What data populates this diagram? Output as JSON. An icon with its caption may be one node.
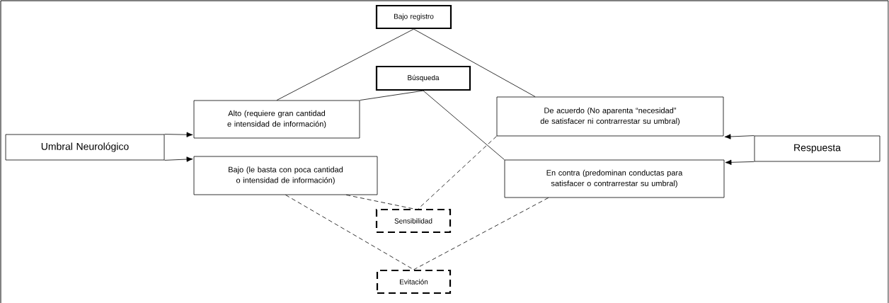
{
  "diagram": {
    "nodes": [
      {
        "text": [
          "Bajo registro"
        ]
      },
      {
        "text": [
          "Búsqueda"
        ]
      },
      {
        "text": [
          "Alto (requiere gran cantidad e intensidad de información)"
        ]
      },
      {
        "text": [
          "De acuerdo (No aparenta “necesidad” de satisfacer ni contrarrestar su umbral)"
        ]
      },
      {
        "text": [
          "Umbral Neurológico"
        ]
      },
      {
        "text": [
          "Respuesta"
        ]
      },
      {
        "text": [
          "Bajo (le basta con poca cantidad o intensidad de información)"
        ]
      },
      {
        "text": [
          "En contra (predominan  conductas para satisfacer o contrarrestar su umbral)"
        ]
      },
      {
        "text": [
          "Sensibilidad"
        ]
      },
      {
        "text": [
          "Evitación"
        ]
      }
    ],
    "edges": [
      {
        "from": 0,
        "to": 2,
        "arrow": "none"
      },
      {
        "from": 0,
        "to": 3,
        "arrow": "none"
      },
      {
        "from": 1,
        "to": 2,
        "arrow": "none"
      },
      {
        "from": 1,
        "to": 7,
        "arrow": "none"
      },
      {
        "from": 4,
        "to": 2,
        "arrow": "to"
      },
      {
        "from": 4,
        "to": 6,
        "arrow": "to"
      },
      {
        "from": 5,
        "to": 3,
        "arrow": "to"
      },
      {
        "from": 5,
        "to": 7,
        "arrow": "to"
      },
      {
        "from": 6,
        "to": 8,
        "arrow": "none",
        "style": "dashed"
      },
      {
        "from": 3,
        "to": 8,
        "arrow": "none",
        "style": "dashed"
      },
      {
        "from": 6,
        "to": 9,
        "arrow": "none",
        "style": "dashed"
      },
      {
        "from": 7,
        "to": 9,
        "arrow": "none",
        "style": "dashed"
      }
    ]
  }
}
